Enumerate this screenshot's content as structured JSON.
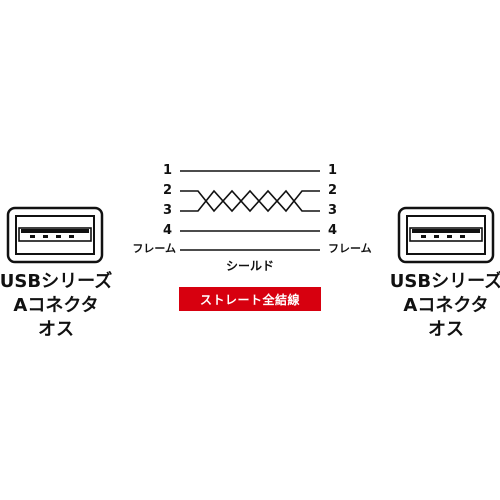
{
  "colors": {
    "line": "#111111",
    "badge_background": "#d7000f",
    "badge_text": "#ffffff"
  },
  "left_connector": {
    "caption_line1": "USBシリーズ",
    "caption_line2": "Aコネクタ",
    "caption_line3": "オス",
    "icon": "usb-a-plug-icon"
  },
  "right_connector": {
    "caption_line1": "USBシリーズ",
    "caption_line2": "Aコネクタ",
    "caption_line3": "オス",
    "icon": "usb-a-plug-icon"
  },
  "wiring": {
    "pins": [
      "1",
      "2",
      "3",
      "4"
    ],
    "frame_label": "フレーム",
    "shield_label": "シールド",
    "crossed_pins": [
      "2",
      "3"
    ]
  },
  "badge": {
    "label": "ストレート全結線"
  }
}
